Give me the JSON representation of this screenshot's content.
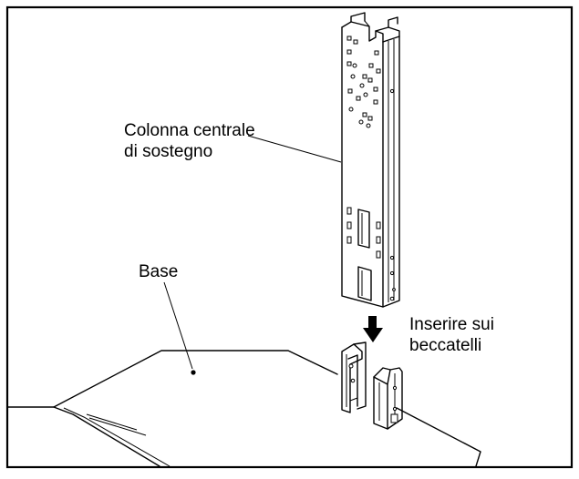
{
  "labels": {
    "column_line1": "Colonna centrale",
    "column_line2": "di sostegno",
    "base": "Base",
    "insert_line1": "Inserire sui",
    "insert_line2": "beccatelli"
  },
  "colors": {
    "line": "#000000",
    "background": "#ffffff"
  },
  "icons": {
    "insert_direction": "arrow-down-icon"
  }
}
